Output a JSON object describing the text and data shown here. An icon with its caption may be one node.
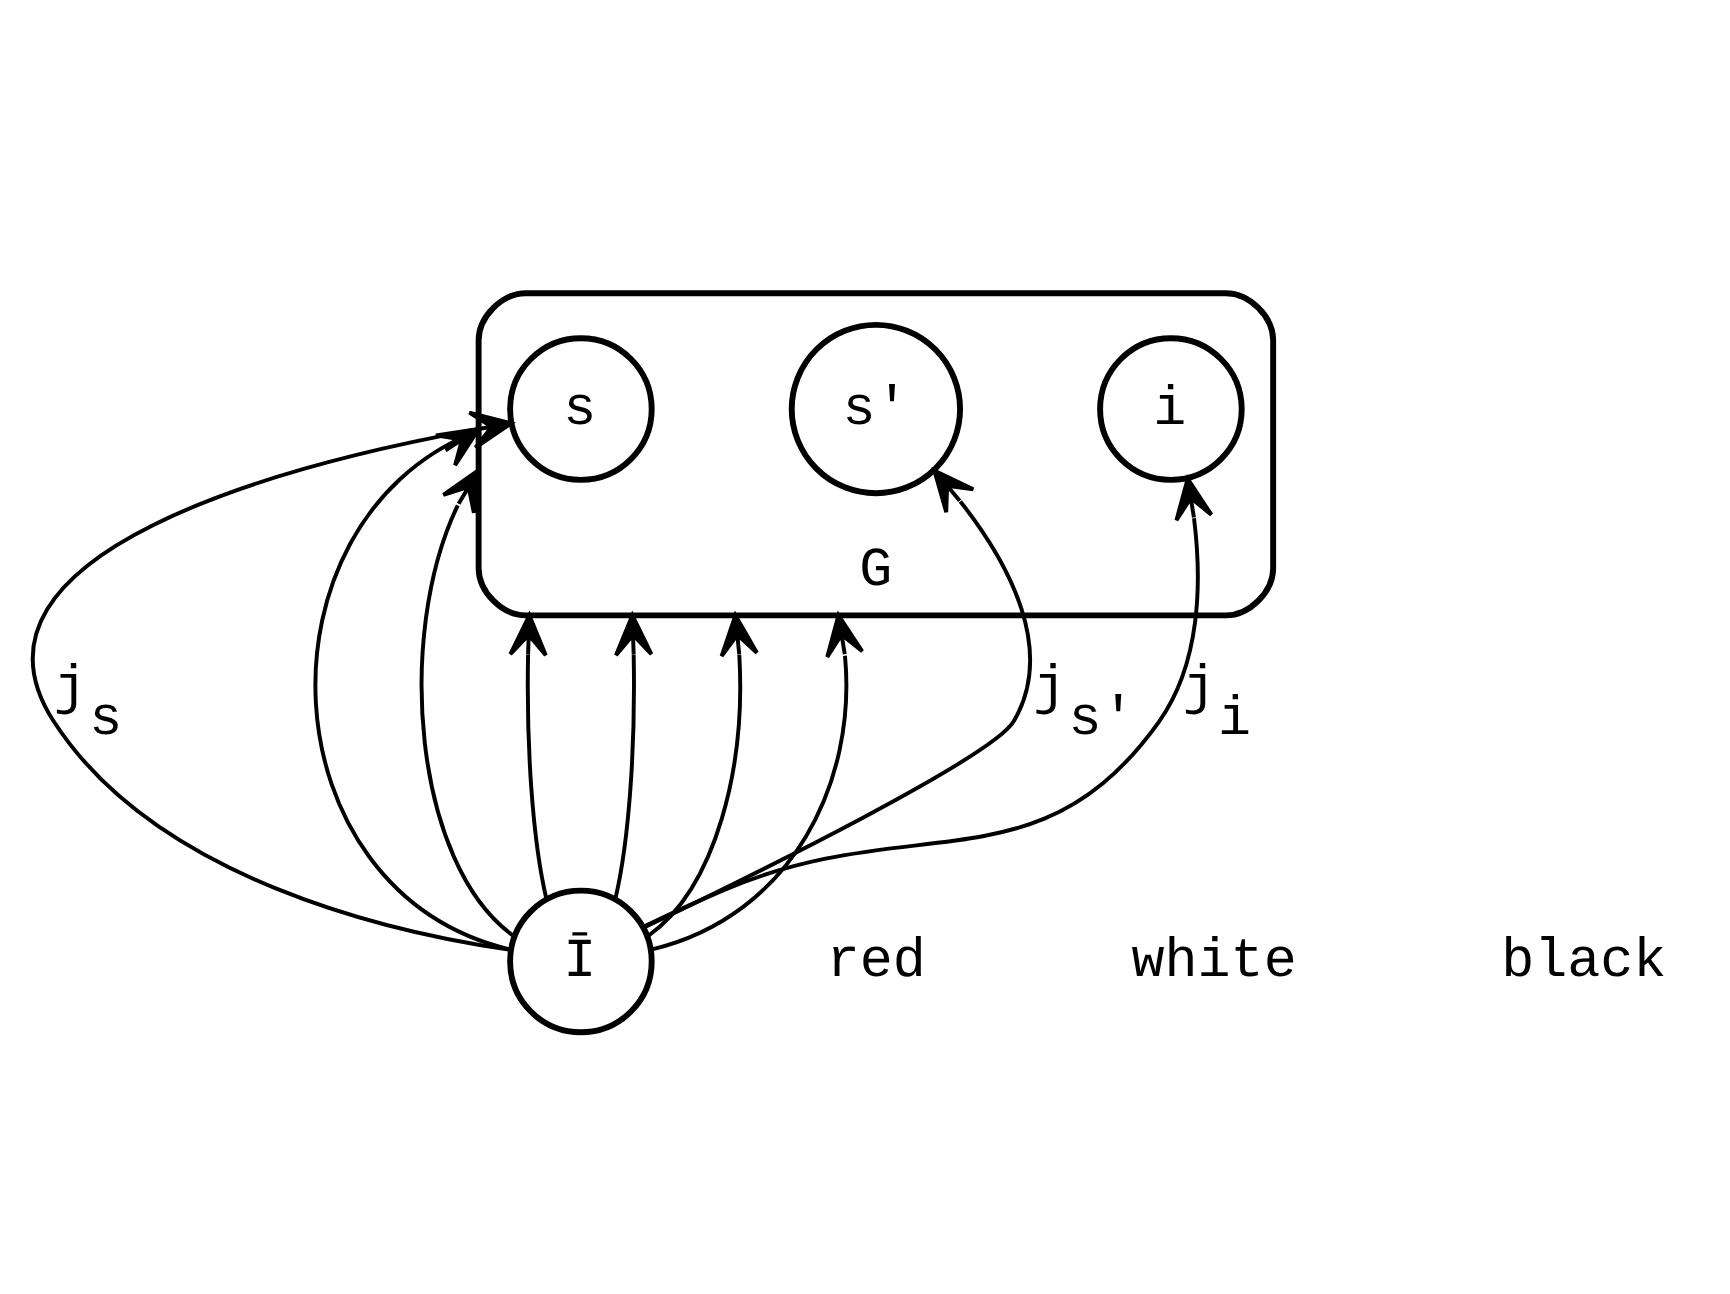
{
  "diagram": {
    "nodes": [
      {
        "text": [
          "G"
        ]
      },
      {
        "text": [
          "s"
        ],
        "in": 0
      },
      {
        "text": [
          "s'"
        ],
        "in": 0
      },
      {
        "text": [
          "i"
        ],
        "in": 0
      },
      {
        "text": [
          "Ī"
        ]
      }
    ],
    "edges": [
      {
        "from": 4,
        "to": 1,
        "arrow": "to",
        "label": "j$_{s}$"
      },
      {
        "from": 4,
        "to": 0,
        "arrow": "to"
      },
      {
        "from": 4,
        "to": 3,
        "arrow": "to",
        "label": "j$_{i}$"
      },
      {
        "from": 4,
        "to": 0,
        "arrow": "to"
      },
      {
        "from": 4,
        "to": 0,
        "arrow": "to"
      },
      {
        "from": 4,
        "to": 0,
        "arrow": "to"
      },
      {
        "from": 4,
        "to": 0,
        "arrow": "to"
      },
      {
        "from": 4,
        "to": 0,
        "arrow": "to"
      },
      {
        "from": 4,
        "to": 2,
        "arrow": "to",
        "label": "j$_{s'}$"
      }
    ],
    "labels": [
      "red",
      "white",
      "black"
    ]
  }
}
